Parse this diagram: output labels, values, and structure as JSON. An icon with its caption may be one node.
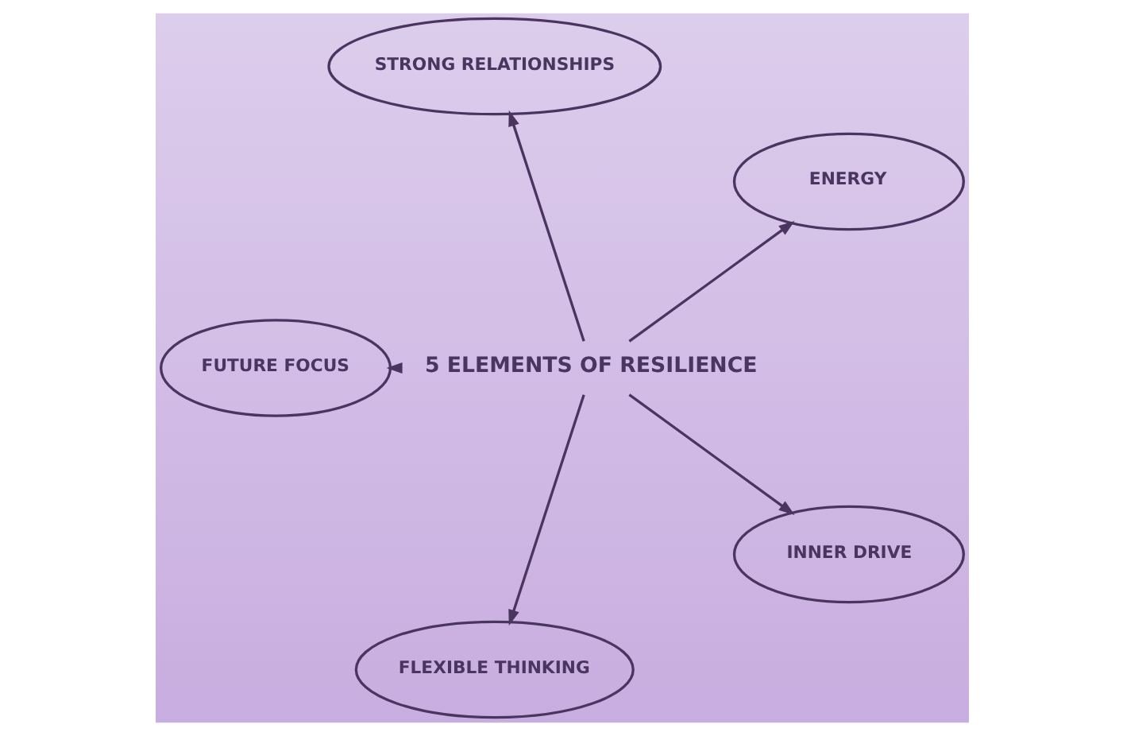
{
  "diagram": {
    "nodes": [
      {
        "text": [
          "ENERGY"
        ]
      },
      {
        "text": [
          "STRONG RELATIONSHIPS"
        ]
      },
      {
        "text": [
          "FUTURE FOCUS"
        ]
      },
      {
        "text": [
          "5 ELEMENTS OF RESILIENCE"
        ]
      },
      {
        "text": [
          "FLEXIBLE THINKING"
        ]
      },
      {
        "text": [
          "INNER DRIVE"
        ]
      }
    ],
    "edges": [
      {
        "from": 3,
        "to": 0,
        "arrow": "to"
      },
      {
        "from": 3,
        "to": 1,
        "arrow": "to"
      },
      {
        "from": 3,
        "to": 2,
        "arrow": "to"
      },
      {
        "from": 3,
        "to": 4,
        "arrow": "to"
      },
      {
        "from": 3,
        "to": 5,
        "arrow": "to"
      }
    ]
  }
}
